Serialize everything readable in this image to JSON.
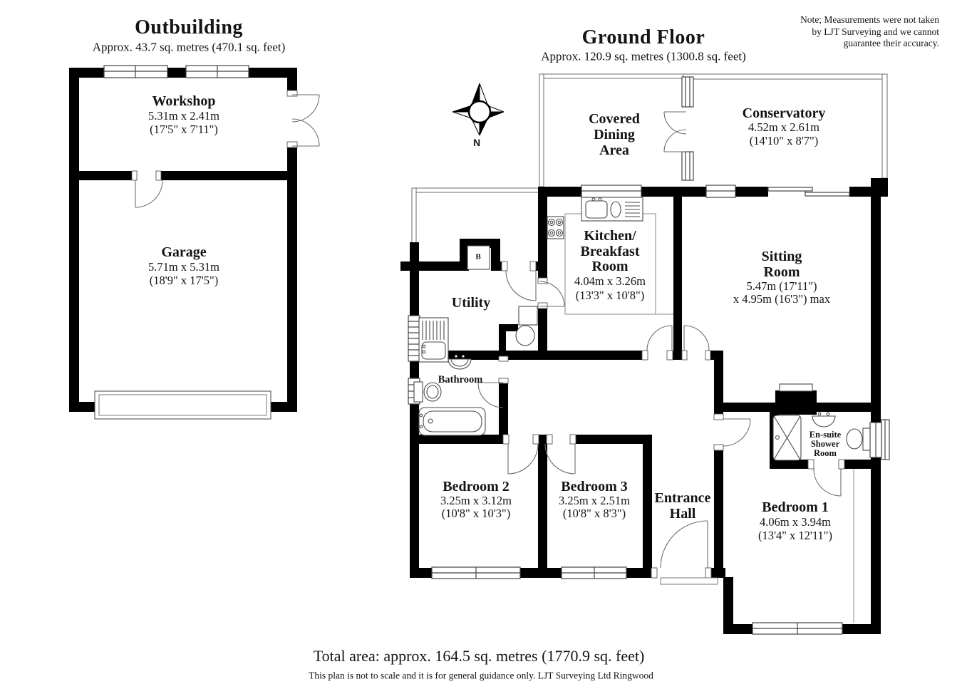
{
  "outbuilding": {
    "title": "Outbuilding",
    "area": "Approx. 43.7 sq. metres (470.1 sq. feet)",
    "rooms": {
      "workshop": {
        "name": "Workshop",
        "metric": "5.31m x 2.41m",
        "imperial": "(17'5\" x 7'11\")"
      },
      "garage": {
        "name": "Garage",
        "metric": "5.71m x 5.31m",
        "imperial": "(18'9\" x 17'5\")"
      }
    }
  },
  "ground_floor": {
    "title": "Ground Floor",
    "area": "Approx. 120.9 sq. metres (1300.8 sq. feet)",
    "rooms": {
      "covered_dining": {
        "name_lines": [
          "Covered",
          "Dining",
          "Area"
        ]
      },
      "conservatory": {
        "name": "Conservatory",
        "metric": "4.52m x 2.61m",
        "imperial": "(14'10\" x 8'7\")"
      },
      "kitchen": {
        "name_lines": [
          "Kitchen/",
          "Breakfast",
          "Room"
        ],
        "metric": "4.04m x 3.26m",
        "imperial": "(13'3\" x 10'8\")"
      },
      "sitting": {
        "name_lines": [
          "Sitting",
          "Room"
        ],
        "dim_lines": [
          "5.47m (17'11\")",
          "x 4.95m (16'3\") max"
        ]
      },
      "utility": {
        "name": "Utility"
      },
      "bathroom": {
        "name": "Bathroom"
      },
      "bedroom2": {
        "name": "Bedroom 2",
        "metric": "3.25m x 3.12m",
        "imperial": "(10'8\" x 10'3\")"
      },
      "bedroom3": {
        "name": "Bedroom 3",
        "metric": "3.25m x 2.51m",
        "imperial": "(10'8\" x 8'3\")"
      },
      "entrance_hall": {
        "name_lines": [
          "Entrance",
          "Hall"
        ]
      },
      "bedroom1": {
        "name": "Bedroom 1",
        "metric": "4.06m x 3.94m",
        "imperial": "(13'4\" x 12'11\")"
      },
      "ensuite": {
        "name_lines": [
          "En-suite",
          "Shower",
          "Room"
        ]
      }
    }
  },
  "boiler_label": "B",
  "compass": {
    "label": "N"
  },
  "note": {
    "lines": [
      "Note; Measurements were not taken",
      "by LJT Surveying and we cannot",
      "guarantee their accuracy."
    ]
  },
  "footer": {
    "total": "Total area: approx. 164.5 sq. metres (1770.9 sq. feet)",
    "disclaimer": "This plan is not to scale and it is for general guidance only. LJT Surveying Ltd Ringwood"
  }
}
